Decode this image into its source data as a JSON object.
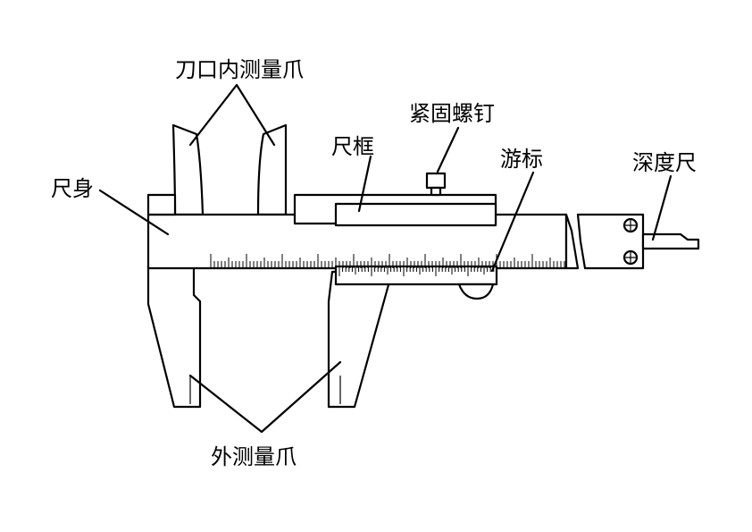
{
  "labels": {
    "inner_jaws": "刀口内测量爪",
    "lock_screw": "紧固螺钉",
    "frame": "尺框",
    "vernier": "游标",
    "depth_rod": "深度尺",
    "main_scale": "尺身",
    "outer_jaws": "外测量爪"
  },
  "colors": {
    "ink": "#000000",
    "paper": "#ffffff"
  }
}
